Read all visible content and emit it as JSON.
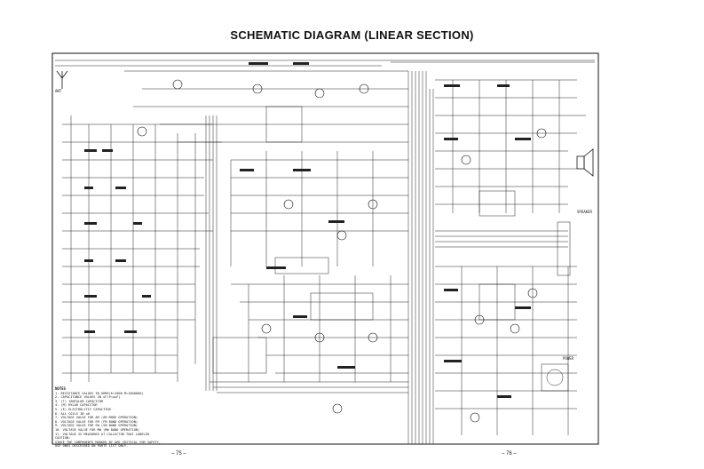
{
  "title": "SCHEMATIC DIAGRAM (LINEAR SECTION)",
  "notes": {
    "heading": "NOTES",
    "lines": [
      "1. RESISTANCE VALUES IN OHMS(K=1000 M=1000000)",
      "2. CAPACITANCE VALUES IN uF(P=uuF)",
      "3. (T) TANTALUM CAPACITOR",
      "4. (M) MYLAR CAPACITOR",
      "5. (E) ELECTROLYTIC CAPACITOR",
      "6. ALL COILS IN uH",
      "7. VOLTAGE VALUE FOR AM (AM MODE OPERATION)",
      "8. VOLTAGE VALUE FOR FM (FM BAND OPERATION)",
      "9. VOLTAGE VALUE FOR SW (SW BAND OPERATION)",
      "10. VOLTAGE VALUE FOR MW (MW BAND OPERATION)",
      "11. VOLTAGE IS MEASURED AT COLLECTOR THAT LABELED",
      "CAUTION:",
      "SINCE THE COMPONENTS MARKED BY ARE CRITICAL FOR SAFETY,",
      "USE ONES DESCRIBED ON PARTS LIST ONLY."
    ]
  },
  "labels": {
    "speaker": "SPEAKER",
    "power": "POWER",
    "ant": "ANT"
  },
  "page_left": "– 75 –",
  "page_right": "– 76 –"
}
